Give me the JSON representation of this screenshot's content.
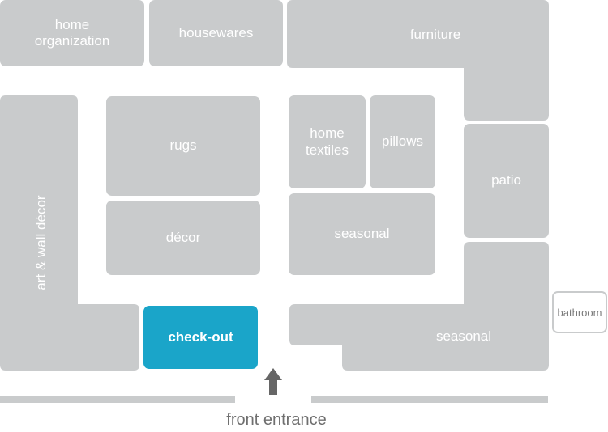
{
  "colors": {
    "department": "#c9cbcc",
    "checkout": "#1aa5c9",
    "text": "#ffffff",
    "entrance_text": "#6f6f6f",
    "arrow": "#666666"
  },
  "departments": {
    "home_organization": "home\norganization",
    "housewares": "housewares",
    "furniture": "furniture",
    "art_wall_decor": "art & wall décor",
    "rugs": "rugs",
    "decor": "décor",
    "home_textiles": "home\ntextiles",
    "pillows": "pillows",
    "seasonal_center": "seasonal",
    "patio": "patio",
    "seasonal_right": "seasonal",
    "checkout": "check-out",
    "bathroom": "bathroom"
  },
  "entrance": {
    "label": "front entrance",
    "icon": "up-arrow-icon"
  }
}
